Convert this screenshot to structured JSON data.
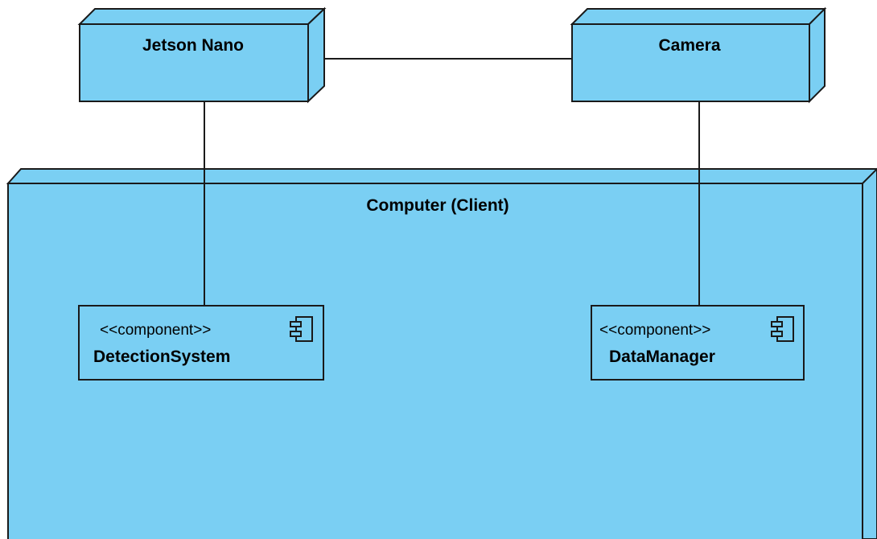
{
  "colors": {
    "node_fill": "#7ACFF3",
    "node_side": "#7ACFF3",
    "stroke": "#1a1a1a",
    "background": "#ffffff"
  },
  "nodes": {
    "jetson": {
      "label": "Jetson Nano"
    },
    "camera": {
      "label": "Camera"
    },
    "computer": {
      "label": "Computer (Client)"
    }
  },
  "components": {
    "detection": {
      "stereotype": "<<component>>",
      "name": "DetectionSystem",
      "icon": "component-icon"
    },
    "datamanager": {
      "stereotype": "<<component>>",
      "name": "DataManager",
      "icon": "component-icon"
    }
  },
  "connections": [
    {
      "from": "Jetson Nano",
      "to": "Camera"
    },
    {
      "from": "Jetson Nano",
      "to": "DetectionSystem"
    },
    {
      "from": "Camera",
      "to": "DataManager"
    }
  ]
}
